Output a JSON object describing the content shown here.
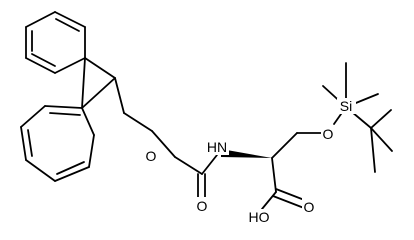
{
  "molecule": {
    "atoms": {
      "o_ester": "O",
      "nh": "HN",
      "o_carbonyl": "O",
      "o_ether": "O",
      "si": "Si",
      "ho": "HO",
      "o_acid": "O"
    }
  }
}
